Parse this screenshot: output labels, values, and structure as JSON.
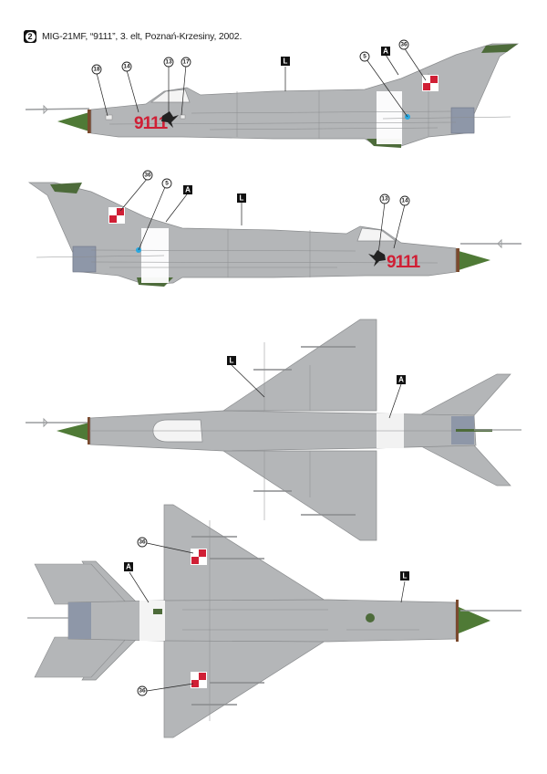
{
  "sheet": {
    "profile_number": "2",
    "title": "MIG-21MF, “9111”, 3. elt, Poznań-Krzesiny, 2002."
  },
  "colors": {
    "base_gray": "#b4b6b8",
    "panel_line": "#8a8c8e",
    "radome_green": "#4f7a36",
    "antiglare_green": "#4d6b3a",
    "nose_ring_brown": "#7a4a2e",
    "marking_red": "#d01f35",
    "nozzle_blue_gray": "#8e97a8",
    "leader_line": "#222222",
    "blue_dot": "#29a8e0"
  },
  "views": {
    "left_side": {
      "name": "Left side view",
      "tail_number": "9111",
      "callouts": {
        "c18": "18",
        "c14": "14",
        "c13": "13",
        "c17": "17",
        "sL": "L",
        "c5": "5",
        "sA": "A",
        "c36": "36"
      }
    },
    "right_side": {
      "name": "Right side view",
      "tail_number": "9111",
      "callouts": {
        "c36": "36",
        "c5": "5",
        "sA": "A",
        "sL": "L",
        "c13": "13",
        "c14": "14"
      }
    },
    "top": {
      "name": "Top view",
      "callouts": {
        "sL": "L",
        "sA": "A"
      }
    },
    "bottom": {
      "name": "Bottom view",
      "callouts": {
        "c36a": "36",
        "sA": "A",
        "sL": "L",
        "c36b": "36"
      }
    }
  }
}
